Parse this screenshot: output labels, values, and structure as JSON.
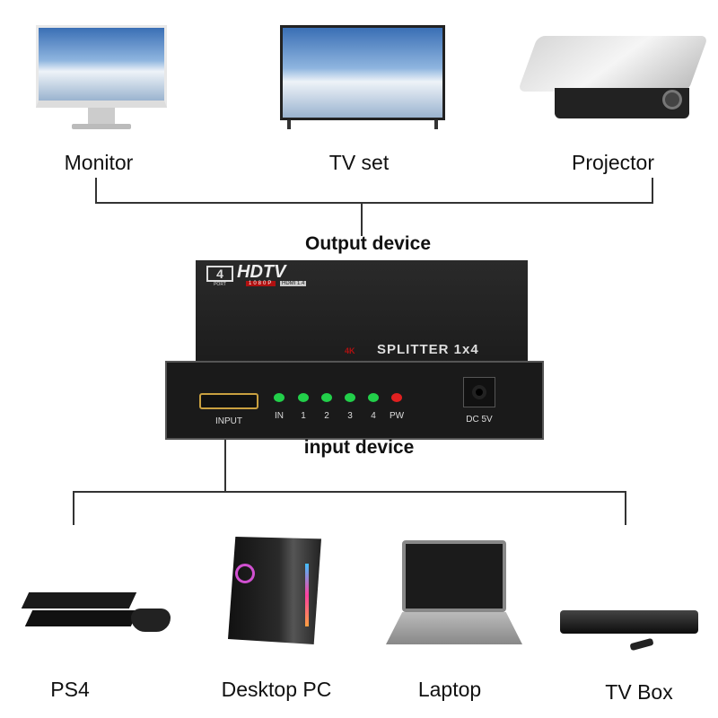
{
  "output_devices": [
    {
      "label": "Monitor",
      "icon": "monitor-icon"
    },
    {
      "label": "TV set",
      "icon": "tv-icon"
    },
    {
      "label": "Projector",
      "icon": "projector-icon"
    }
  ],
  "output_heading": "Output device",
  "input_heading": "input device",
  "splitter": {
    "port_count": "4",
    "port_label": "PORT",
    "brand": "HDTV",
    "resolution": "1080P",
    "hdmi": "HDMI 1.4",
    "badge_4k": "4K",
    "model": "SPLITTER 1x4",
    "input_label": "INPUT",
    "dc_label": "DC 5V",
    "leds": [
      {
        "label": "IN",
        "color": "#22d04a"
      },
      {
        "label": "1",
        "color": "#22d04a"
      },
      {
        "label": "2",
        "color": "#22d04a"
      },
      {
        "label": "3",
        "color": "#22d04a"
      },
      {
        "label": "4",
        "color": "#22d04a"
      },
      {
        "label": "PW",
        "color": "#e02020"
      }
    ]
  },
  "input_devices": [
    {
      "label": "PS4",
      "icon": "ps4-icon"
    },
    {
      "label": "Desktop PC",
      "icon": "desktop-pc-icon"
    },
    {
      "label": "Laptop",
      "icon": "laptop-icon"
    },
    {
      "label": "TV Box",
      "icon": "tv-box-icon"
    }
  ]
}
